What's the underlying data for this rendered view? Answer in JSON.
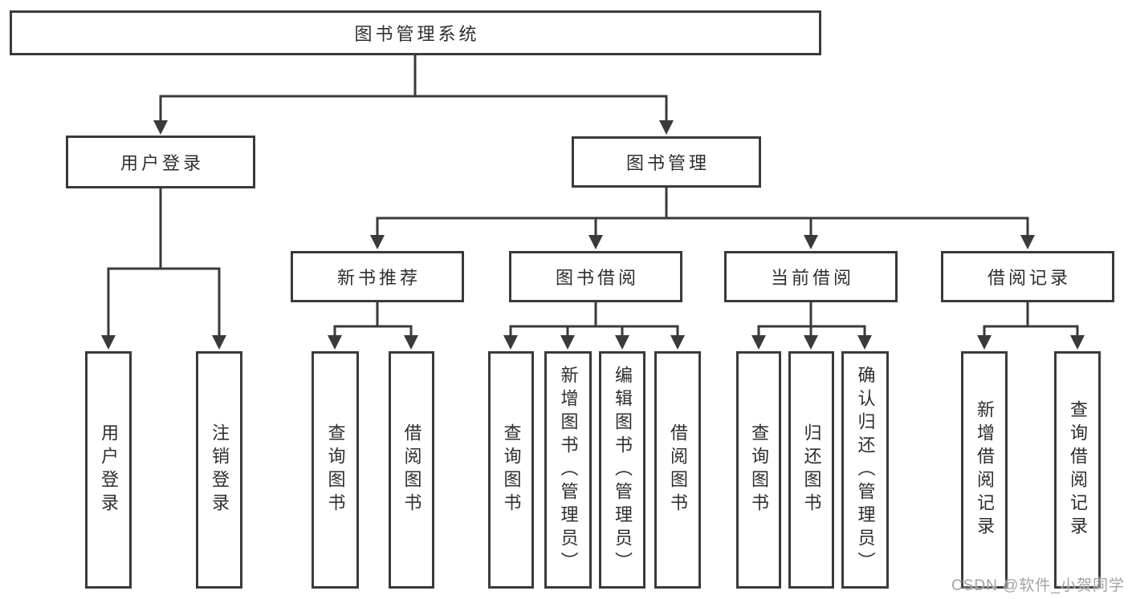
{
  "diagram": {
    "type": "hierarchy-tree",
    "tree": {
      "label": "图书管理系统",
      "children": [
        {
          "label": "用户登录",
          "children": [
            {
              "label": "用户登录"
            },
            {
              "label": "注销登录"
            }
          ]
        },
        {
          "label": "图书管理",
          "children": [
            {
              "label": "新书推荐",
              "children": [
                {
                  "label": "查询图书"
                },
                {
                  "label": "借阅图书"
                }
              ]
            },
            {
              "label": "图书借阅",
              "children": [
                {
                  "label": "查询图书"
                },
                {
                  "label": "新增图书（管理员）"
                },
                {
                  "label": "编辑图书（管理员）"
                },
                {
                  "label": "借阅图书"
                }
              ]
            },
            {
              "label": "当前借阅",
              "children": [
                {
                  "label": "查询图书"
                },
                {
                  "label": "归还图书"
                },
                {
                  "label": "确认归还（管理员）"
                }
              ]
            },
            {
              "label": "借阅记录",
              "children": [
                {
                  "label": "新增借阅记录"
                },
                {
                  "label": "查询借阅记录"
                }
              ]
            }
          ]
        }
      ]
    },
    "watermark": {
      "text": "CSDN @软件_小贺同学"
    },
    "colors": {
      "line": "#3a3a3a",
      "text": "#2e2e2e",
      "watermark": "#a2a2a2",
      "background": "#ffffff"
    }
  }
}
